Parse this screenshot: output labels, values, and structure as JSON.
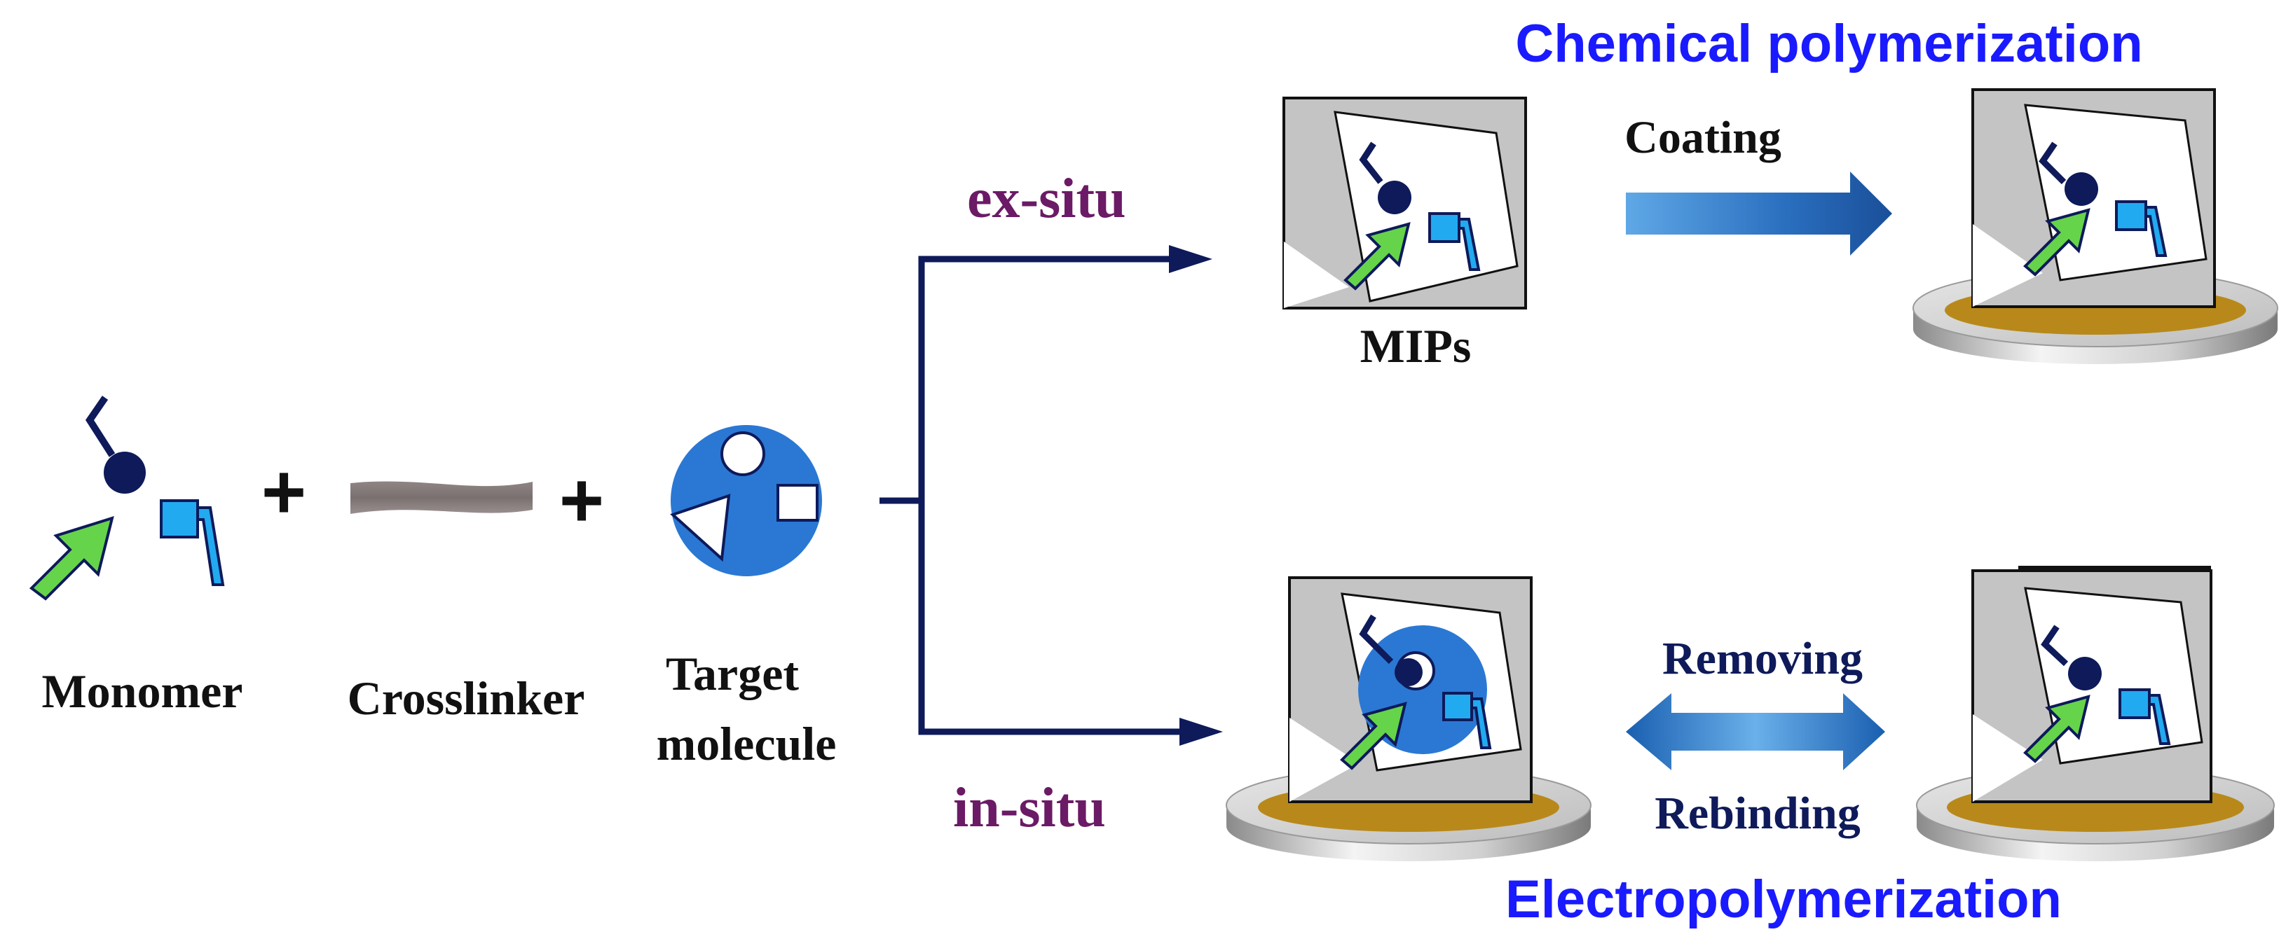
{
  "labels": {
    "chemical": "Chemical polymerization",
    "electro": "Electropolymerization",
    "ex_situ": "ex-situ",
    "in_situ": "in-situ",
    "coating": "Coating",
    "mips": "MIPs",
    "removing": "Removing",
    "rebinding": "Rebinding",
    "monomer": "Monomer",
    "crosslinker": "Crosslinker",
    "target_line1": "Target",
    "target_line2": "molecule",
    "plus": "+"
  },
  "colors": {
    "title_blue": "#1a1aff",
    "situ_purple": "#6b1a66",
    "navy": "#0e1a5a",
    "grey": "#c4c4c4",
    "gold": "#b8891a",
    "green": "#66d44a",
    "cyan": "#22aaf0",
    "molecule_blue": "#2a78d4",
    "arrow_blue": "#1a5fb0"
  }
}
